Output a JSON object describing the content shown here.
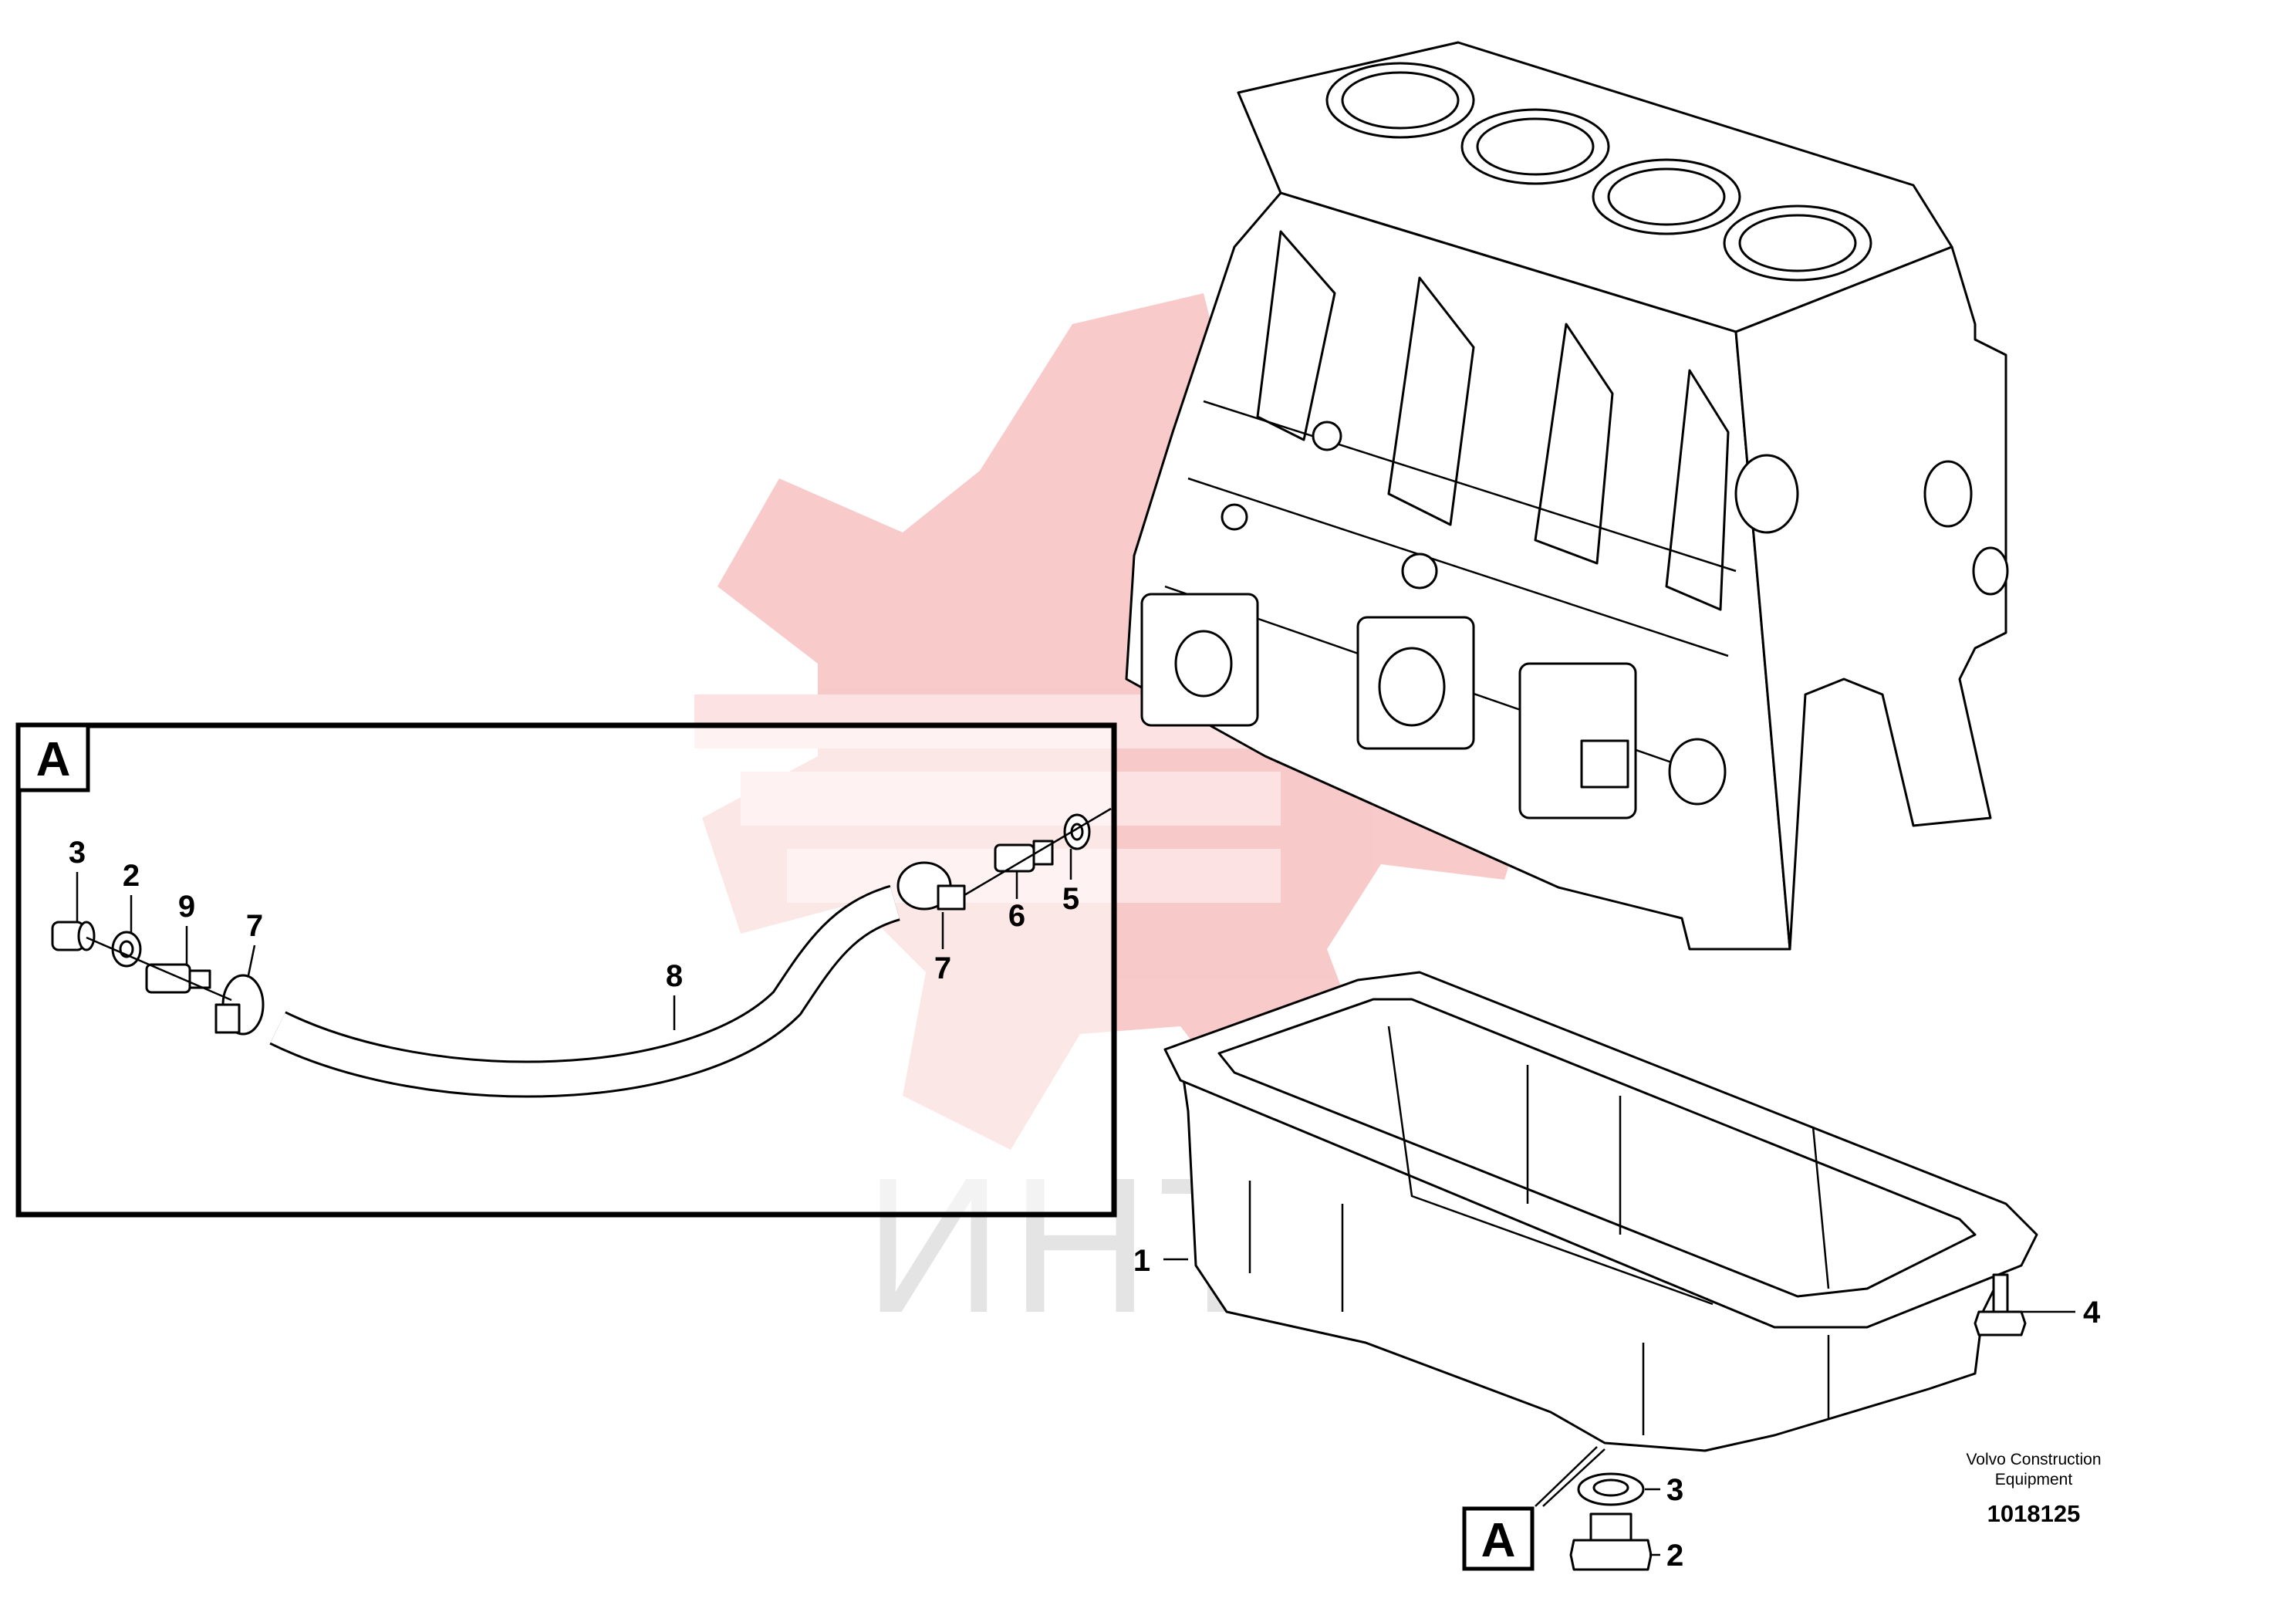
{
  "watermark": {
    "text": "ИНТЕХ",
    "logo_color": "#f6b8b8",
    "text_color": "#e4e4e4"
  },
  "detail_box": {
    "letter": "A",
    "callouts": [
      "3",
      "2",
      "9",
      "7",
      "8",
      "7",
      "6",
      "5"
    ]
  },
  "main_callouts": {
    "oil_pan": "1",
    "bolt": "4",
    "washer": "3",
    "drain_plug": "2"
  },
  "reference_box": {
    "letter": "A"
  },
  "caption": {
    "line1": "Volvo Construction",
    "line2": "Equipment",
    "code": "1018125"
  },
  "icons": [
    "gear-logo-watermark",
    "engine-block",
    "oil-pan",
    "hose",
    "hose-clamp",
    "bolt",
    "drain-plug",
    "washer",
    "nipple"
  ]
}
